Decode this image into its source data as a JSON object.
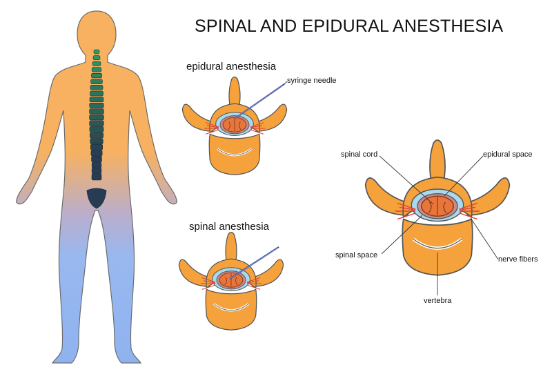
{
  "title": "SPINAL AND EPIDURAL ANESTHESIA",
  "sections": {
    "epidural": "epidural anesthesia",
    "spinal": "spinal anesthesia"
  },
  "labels": {
    "syringe_needle": "syringe needle",
    "spinal_cord": "spinal cord",
    "epidural_space": "epidural space",
    "spinal_space": "spinal space",
    "nerve_fibers": "nerve fibers",
    "vertebra": "vertebra"
  },
  "colors": {
    "skin_upper": "#f7b160",
    "skin_lower": "#94b8f0",
    "bone": "#f5a23c",
    "outline": "#555555",
    "cord": "#e8763a",
    "csf": "#a9d9ee",
    "nerve": "#e0403a",
    "needle": "#2a3a8c",
    "spine_upper": "#2f9a63",
    "spine_lower": "#273c52"
  }
}
